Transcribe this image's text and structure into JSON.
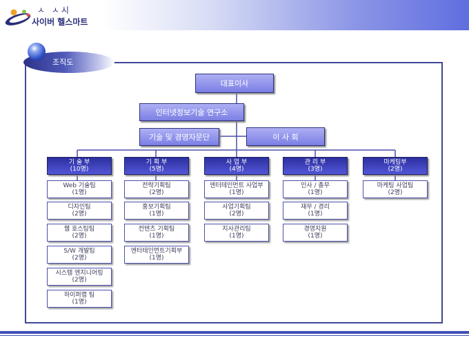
{
  "logo": {
    "line1": "ㅅ ㅅ시",
    "line2": "사이버 헬스마트"
  },
  "section_title": "조직도",
  "ceo": "대표이사",
  "institute": "인터넷정보기술 연구소",
  "advisory": "기술 및 경영자문단",
  "board": "이 사 회",
  "departments": [
    {
      "name": "기 술 부\n(10명)",
      "teams": [
        "Web 기술팀\n(1명)",
        "디자인팀\n(2명)",
        "웹 호스팅팀\n(2명)",
        "S/W 개발팀\n(2명)",
        "시스템 엔지니어링\n(2명)",
        "하이퍼랩 팀\n(1명)"
      ]
    },
    {
      "name": "기 획 부\n(5명)",
      "teams": [
        "전략기획팀\n(2명)",
        "홍보기획팀\n(1명)",
        "컨텐츠 기획팀\n(1명)",
        "엔터테인먼트기획부\n(1명)"
      ]
    },
    {
      "name": "사 업 부\n(4명)",
      "teams": [
        "엔터테인먼트 사업부\n(1명)",
        "사업기획팀\n(2명)",
        "지사관리팀\n(1명)"
      ]
    },
    {
      "name": "관 리 부\n(3명)",
      "teams": [
        "인사 / 총무\n(1명)",
        "재무 / 경리\n(1명)",
        "경영지원\n(1명)"
      ]
    },
    {
      "name": "마케팅부\n(2명)",
      "teams": [
        "마케팅 사업팀\n(2명)"
      ]
    }
  ]
}
